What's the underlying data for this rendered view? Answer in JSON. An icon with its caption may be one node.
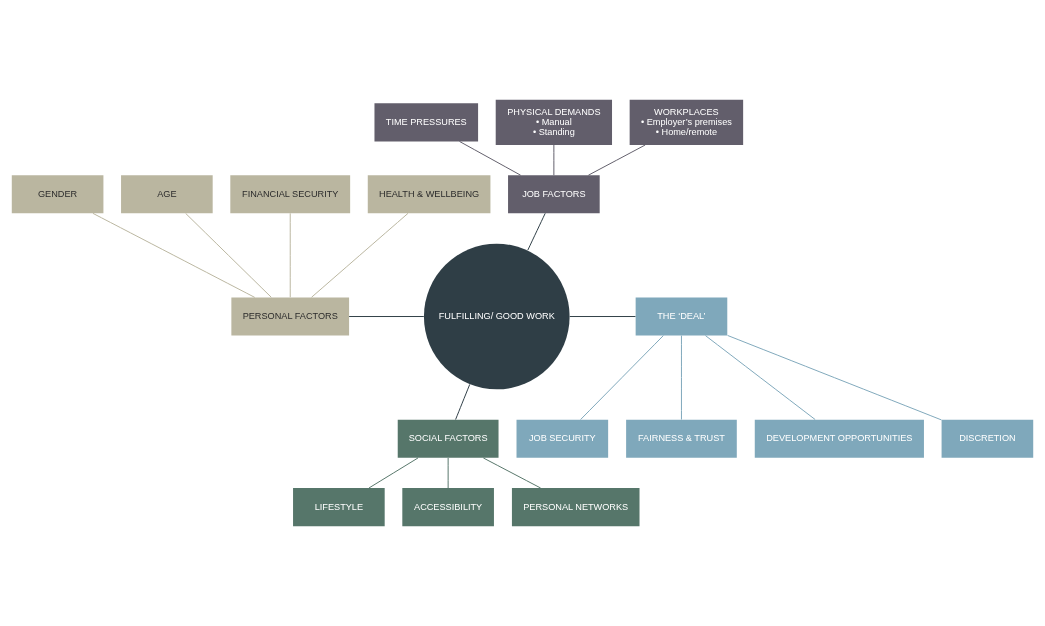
{
  "diagram": {
    "nodes": [
      {
        "text": [
          "FULFILLING/ GOOD WORK"
        ]
      },
      {
        "text": [
          "JOB FACTORS"
        ]
      },
      {
        "text": [
          "TIME PRESSURES"
        ]
      },
      {
        "text": [
          "PHYSICAL DEMANDS",
          "• Manual",
          "• Standing"
        ]
      },
      {
        "text": [
          "WORKPLACES",
          "• Employer’s premises",
          "• Home/remote"
        ]
      },
      {
        "text": [
          "PERSONAL FACTORS"
        ]
      },
      {
        "text": [
          "GENDER"
        ]
      },
      {
        "text": [
          "AGE"
        ]
      },
      {
        "text": [
          "FINANCIAL SECURITY"
        ]
      },
      {
        "text": [
          "HEALTH & WELLBEING"
        ]
      },
      {
        "text": [
          "THE ‘DEAL’"
        ]
      },
      {
        "text": [
          "DISCRETION"
        ]
      },
      {
        "text": [
          "JOB SECURITY"
        ]
      },
      {
        "text": [
          "FAIRNESS & TRUST"
        ]
      },
      {
        "text": [
          "DEVELOPMENT OPPORTUNITIES"
        ]
      },
      {
        "text": [
          "SOCIAL FACTORS"
        ]
      },
      {
        "text": [
          "LIFESTYLE"
        ]
      },
      {
        "text": [
          "ACCESSIBILITY"
        ]
      },
      {
        "text": [
          "PERSONAL NETWORKS"
        ]
      }
    ],
    "edges": [
      {
        "from": 2,
        "to": 1,
        "arrow": "none",
        "color": "#625e6b"
      },
      {
        "from": 3,
        "to": 1,
        "arrow": "none",
        "color": "#625e6b"
      },
      {
        "from": 4,
        "to": 1,
        "arrow": "none",
        "color": "#625e6b"
      },
      {
        "from": 1,
        "to": 0,
        "arrow": "none",
        "color": "#2f3e46"
      },
      {
        "from": 5,
        "to": 0,
        "arrow": "none",
        "color": "#2f3e46"
      },
      {
        "from": 0,
        "to": 10,
        "arrow": "none",
        "color": "#2f3e46"
      },
      {
        "from": 0,
        "to": 15,
        "arrow": "none",
        "color": "#2f3e46"
      },
      {
        "from": 6,
        "to": 5,
        "arrow": "none",
        "color": "#bab6a0"
      },
      {
        "from": 7,
        "to": 5,
        "arrow": "none",
        "color": "#bab6a0"
      },
      {
        "from": 8,
        "to": 5,
        "arrow": "none",
        "color": "#bab6a0"
      },
      {
        "from": 9,
        "to": 5,
        "arrow": "none",
        "color": "#bab6a0"
      },
      {
        "from": 10,
        "to": 11,
        "arrow": "none",
        "color": "#7fa8bb"
      },
      {
        "from": 10,
        "to": 12,
        "arrow": "none",
        "color": "#7fa8bb"
      },
      {
        "from": 10,
        "to": 13,
        "arrow": "none",
        "color": "#7fa8bb"
      },
      {
        "from": 10,
        "to": 14,
        "arrow": "none",
        "color": "#7fa8bb"
      },
      {
        "from": 15,
        "to": 16,
        "arrow": "none",
        "color": "#56766a"
      },
      {
        "from": 15,
        "to": 17,
        "arrow": "none",
        "color": "#56766a"
      },
      {
        "from": 15,
        "to": 18,
        "arrow": "none",
        "color": "#56766a"
      }
    ]
  }
}
